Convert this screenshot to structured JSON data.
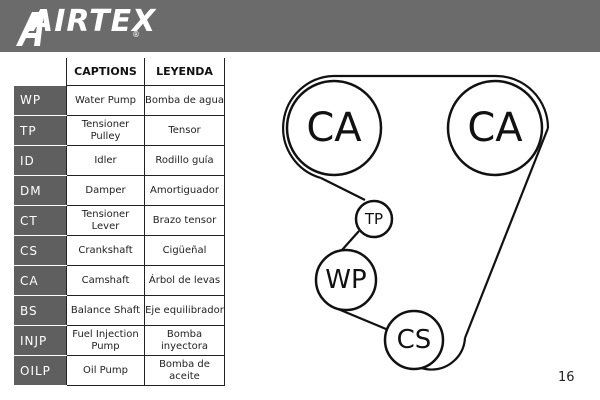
{
  "brand": {
    "name": "AIRTEX",
    "registered": "®"
  },
  "table": {
    "headers": {
      "captions": "CAPTIONS",
      "leyenda": "LEYENDA"
    },
    "rows": [
      {
        "code": "WP",
        "caption": "Water Pump",
        "leyenda": "Bomba de agua"
      },
      {
        "code": "TP",
        "caption": "Tensioner Pulley",
        "leyenda": "Tensor"
      },
      {
        "code": "ID",
        "caption": "Idler",
        "leyenda": "Rodillo guía"
      },
      {
        "code": "DM",
        "caption": "Damper",
        "leyenda": "Amortiguador"
      },
      {
        "code": "CT",
        "caption": "Tensioner Lever",
        "leyenda": "Brazo tensor"
      },
      {
        "code": "CS",
        "caption": "Crankshaft",
        "leyenda": "Cigüeñal"
      },
      {
        "code": "CA",
        "caption": "Camshaft",
        "leyenda": "Árbol de levas"
      },
      {
        "code": "BS",
        "caption": "Balance Shaft",
        "leyenda": "Eje equilibrador"
      },
      {
        "code": "INJP",
        "caption": "Fuel Injection Pump",
        "leyenda": "Bomba inyectora"
      },
      {
        "code": "OILP",
        "caption": "Oil Pump",
        "leyenda": "Bomba de aceite"
      }
    ]
  },
  "diagram": {
    "pulleys": {
      "ca_left": "CA",
      "ca_right": "CA",
      "tp": "TP",
      "wp": "WP",
      "cs": "CS"
    }
  },
  "page_number": "16"
}
